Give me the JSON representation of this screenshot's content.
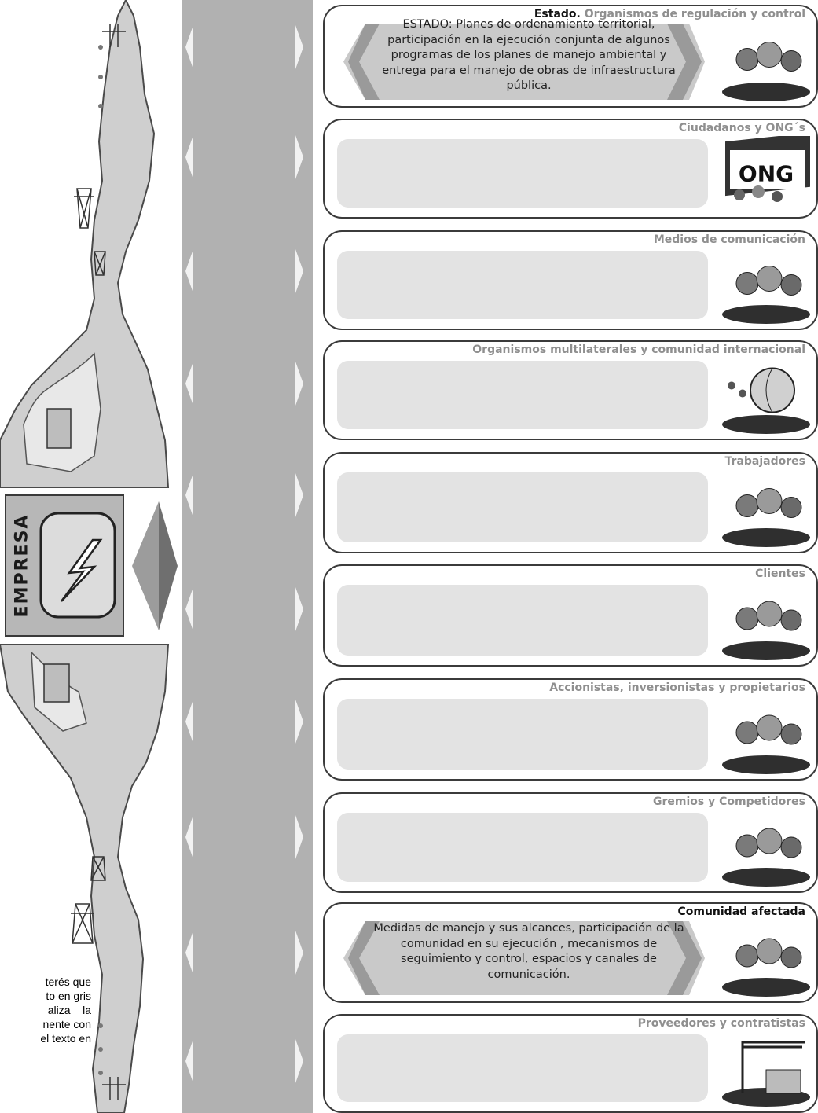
{
  "company": {
    "label": "EMPRESA"
  },
  "side_note": "terés que\nto en gris\naliza    la\nnente con\nel texto en",
  "panels": [
    {
      "title_strong": "Estado.",
      "title": " Organismos de regulación y control",
      "text": "ESTADO: Planes de ordenamiento territorial, participación en la ejecución conjunta de algunos programas de los planes de manejo ambiental y entrega para el manejo de obras de infraestructura pública.",
      "icon": "regulator-column-icon"
    },
    {
      "title_strong": "",
      "title": "Ciudadanos y ONG´s",
      "text": "",
      "icon": "ong-sign-icon",
      "icon_text": "ONG"
    },
    {
      "title_strong": "",
      "title": "Medios de comunicación",
      "text": "",
      "icon": "media-radio-tv-icon"
    },
    {
      "title_strong": "",
      "title": "Organismos multilaterales y comunidad internacional",
      "text": "",
      "icon": "globe-network-icon"
    },
    {
      "title_strong": "",
      "title": "Trabajadores",
      "text": "",
      "icon": "workers-group-icon"
    },
    {
      "title_strong": "",
      "title": "Clientes",
      "text": "",
      "icon": "clients-house-icon"
    },
    {
      "title_strong": "",
      "title": "Accionistas, inversionistas y propietarios",
      "text": "",
      "icon": "shareholders-group-icon"
    },
    {
      "title_strong": "",
      "title": "Gremios y Competidores",
      "text": "",
      "icon": "powerline-landscape-icon"
    },
    {
      "title_strong": "Comunidad  afectada",
      "title": "",
      "text": "Medidas de manejo y sus alcances, participación de la comunidad en su ejecución , mecanismos de seguimiento y control, espacios y canales de comunicación.",
      "icon": "community-people-icon"
    },
    {
      "title_strong": "",
      "title": "Proveedores y contratistas",
      "text": "",
      "icon": "construction-crane-icon"
    }
  ]
}
